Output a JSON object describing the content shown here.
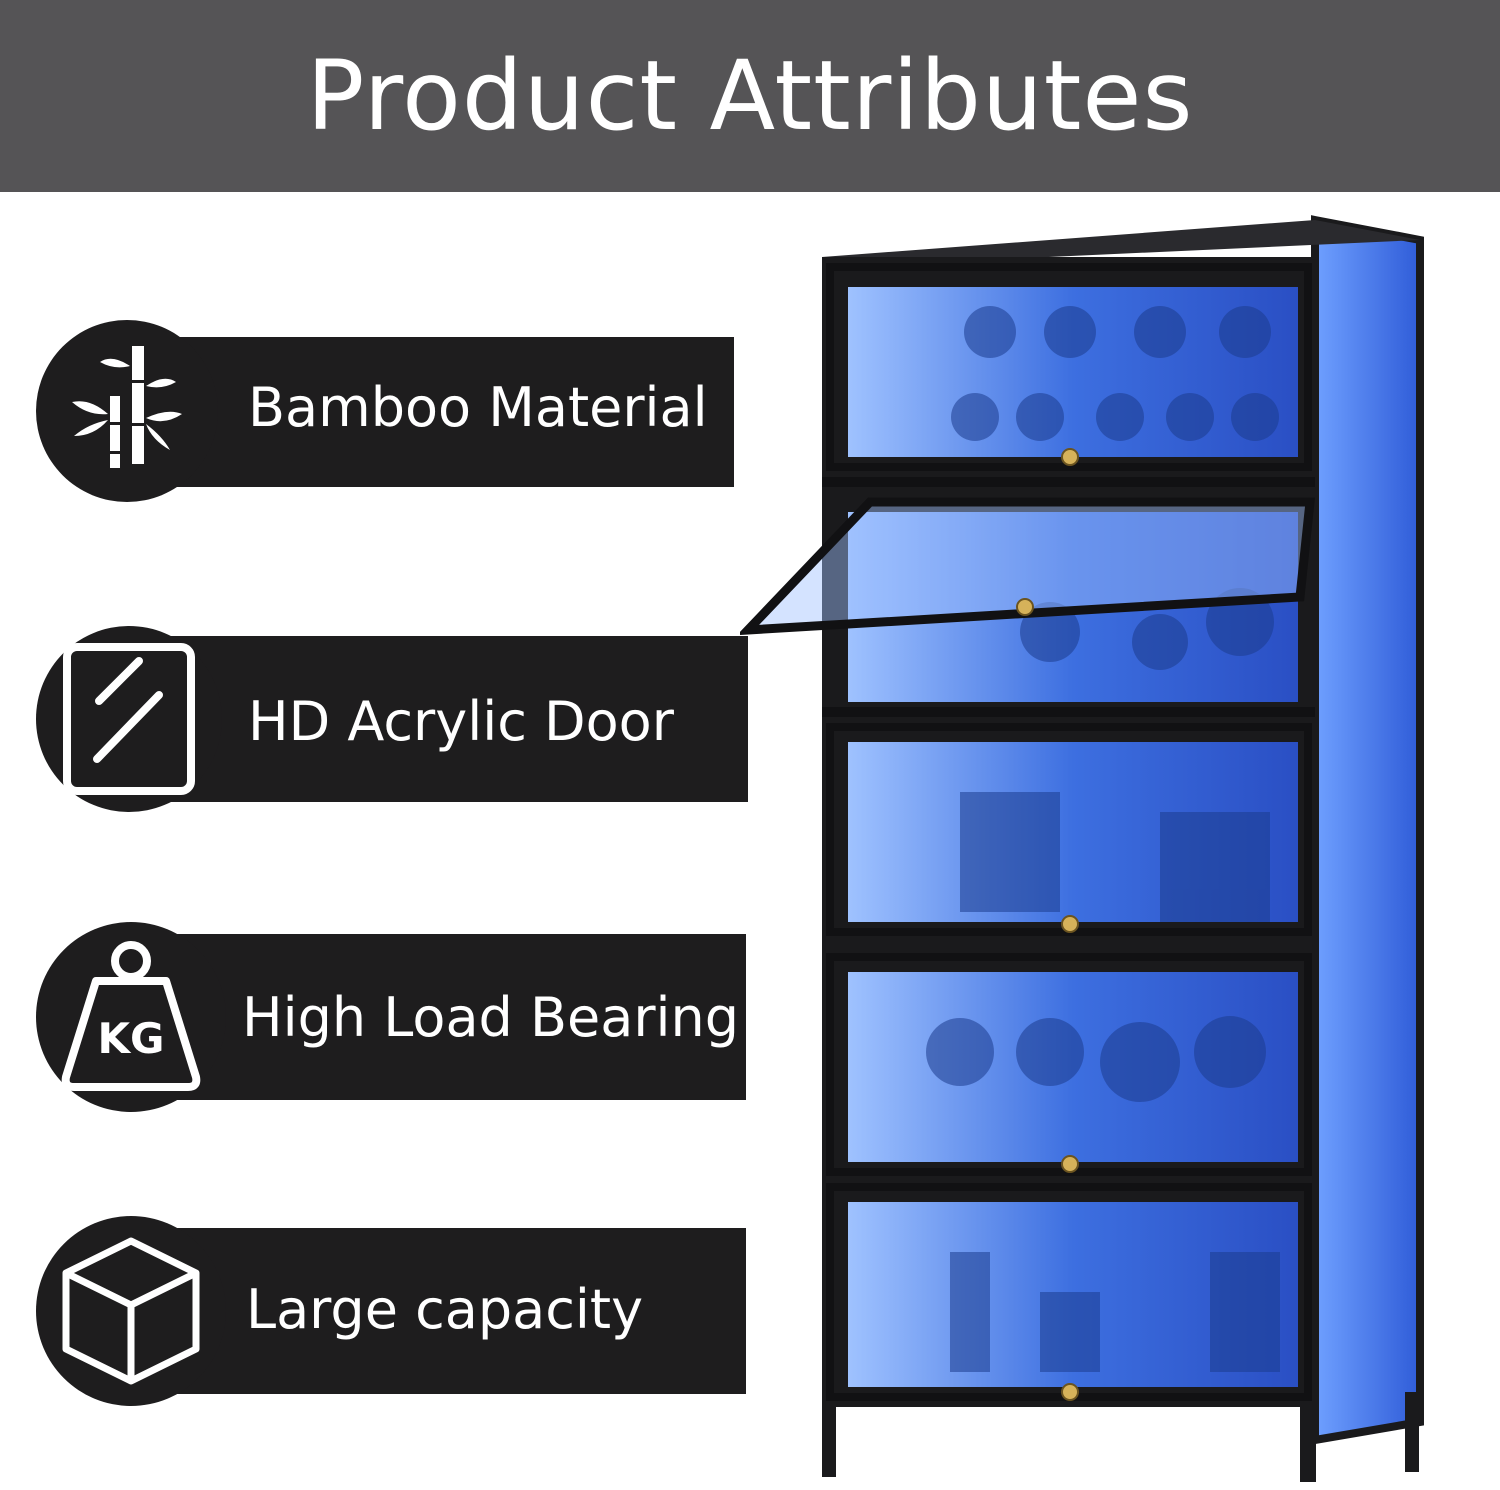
{
  "header": {
    "title": "Product Attributes"
  },
  "features": [
    {
      "label": "Bamboo Material",
      "icon": "bamboo-icon"
    },
    {
      "label": "HD Acrylic Door",
      "icon": "acrylic-door-icon"
    },
    {
      "label": "High Load Bearing",
      "icon": "kg-weight-icon"
    },
    {
      "label": "Large capacity",
      "icon": "cube-icon"
    }
  ],
  "weight_icon_text": "KG",
  "colors": {
    "header_bg": "#555456",
    "feature_bg": "#1e1d1e",
    "cabinet_frame": "#1a1a1c",
    "cabinet_light": "#3d6fe0"
  }
}
